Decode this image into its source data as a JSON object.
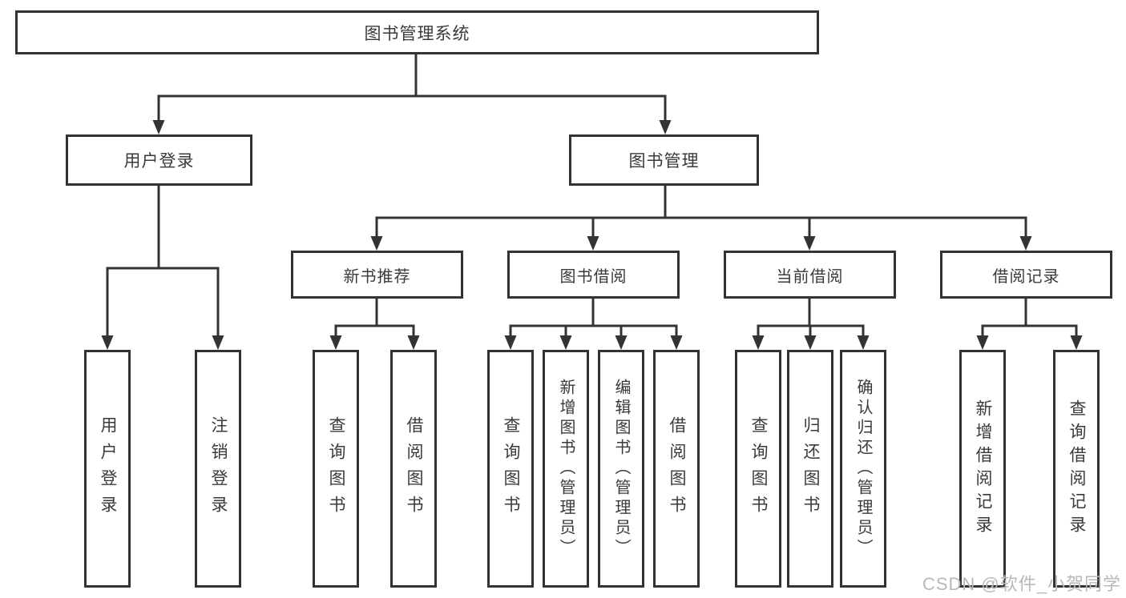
{
  "diagram": {
    "title_node": "图书管理系统",
    "level2": {
      "user_login": "用户登录",
      "book_management": "图书管理"
    },
    "level3": {
      "new_book_recommendation": "新书推荐",
      "book_borrowing": "图书借阅",
      "current_borrowing": "当前借阅",
      "borrowing_records": "借阅记录"
    },
    "leaves": {
      "user_login": "用户登录",
      "logout": "注销登录",
      "query_books_recommend": "查询图书",
      "borrow_books_recommend": "借阅图书",
      "query_books_borrowing": "查询图书",
      "add_book_admin": "新增图书（管理员）",
      "edit_book_admin": "编辑图书（管理员）",
      "borrow_books_borrowing": "借阅图书",
      "query_books_current": "查询图书",
      "return_books": "归还图书",
      "confirm_return_admin": "确认归还（管理员）",
      "add_borrow_record": "新增借阅记录",
      "query_borrow_record": "查询借阅记录"
    }
  },
  "watermark": {
    "text": "CSDN @软件_小贺同学"
  },
  "colors": {
    "line": "#333333",
    "box_border": "#333333",
    "text": "#3a3a3a",
    "background": "#ffffff",
    "watermark": "#b8b8b8"
  }
}
